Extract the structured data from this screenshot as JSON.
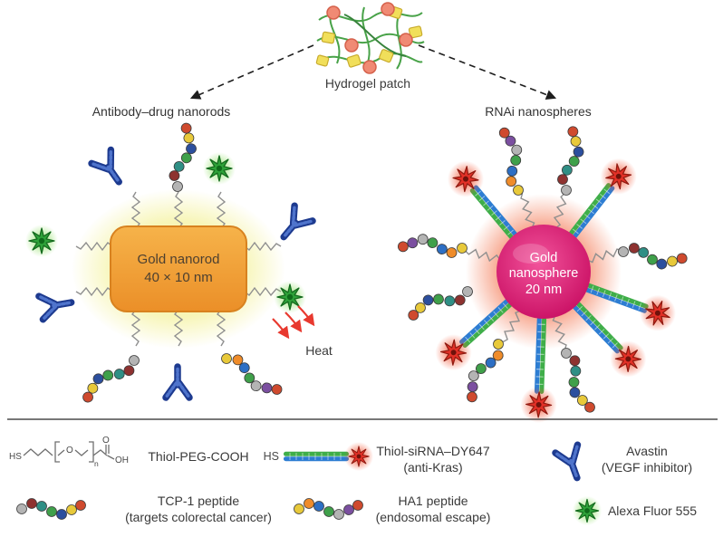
{
  "figure": {
    "hydrogel_label": "Hydrogel patch",
    "left_title": "Antibody–drug nanorods",
    "right_title": "RNAi nanospheres",
    "nanorod": {
      "line1": "Gold nanorod",
      "line2": "40 × 10 nm",
      "heat_label": "Heat"
    },
    "nanosphere": {
      "line1": "Gold",
      "line2": "nanosphere",
      "line3": "20 nm"
    }
  },
  "legend": {
    "thiol_peg": {
      "label": "Thiol-PEG-COOH",
      "structure": {
        "hs": "HS",
        "o_repeat": "O",
        "n": "n",
        "o_carbonyl": "O",
        "oh": "OH"
      }
    },
    "thiol_sirna": {
      "prefix": "HS",
      "label": "Thiol-siRNA–DY647",
      "sublabel": "(anti-Kras)"
    },
    "avastin": {
      "label": "Avastin",
      "sublabel": "(VEGF inhibitor)"
    },
    "tcp1": {
      "label": "TCP-1 peptide",
      "sublabel": "(targets colorectal cancer)"
    },
    "ha1": {
      "label": "HA1 peptide",
      "sublabel": "(endosomal escape)"
    },
    "alexa": {
      "label": "Alexa Fluor 555"
    }
  },
  "colors": {
    "nanorod_fill": "#f0a437",
    "nanorod_glow": "#f5f3a6",
    "nanosphere_fill": "#c90f63",
    "nanosphere_glow": "#f2653a",
    "antibody_blue": "#1d3a8f",
    "alexa_green": "#2fa33a",
    "dy647_red": "#e23127",
    "sirna_green": "#3fae49",
    "sirna_blue": "#2d7dd2",
    "heat_red": "#e8392f",
    "hydrogel_green": "#3f9e3f"
  }
}
